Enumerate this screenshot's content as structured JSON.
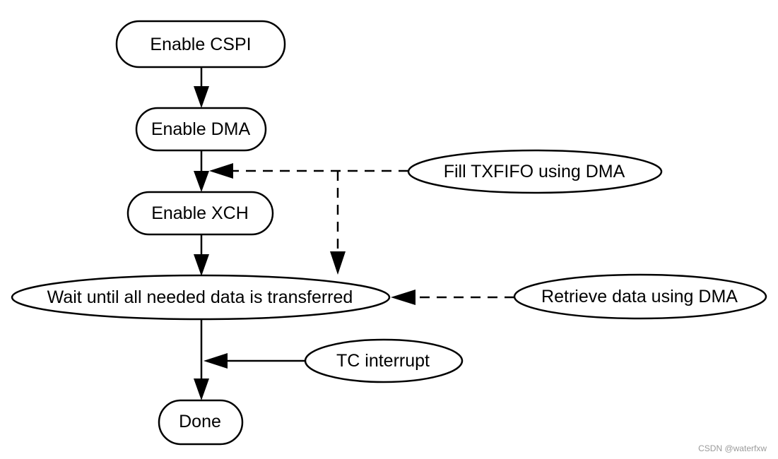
{
  "nodes": {
    "enable_cspi": "Enable CSPI",
    "enable_dma": "Enable DMA",
    "enable_xch": "Enable XCH",
    "wait": "Wait until all needed data is transferred",
    "done": "Done",
    "fill_txfifo": "Fill TXFIFO using DMA",
    "retrieve": "Retrieve data using DMA",
    "tc_interrupt": "TC interrupt"
  },
  "watermark": "CSDN @waterfxw"
}
